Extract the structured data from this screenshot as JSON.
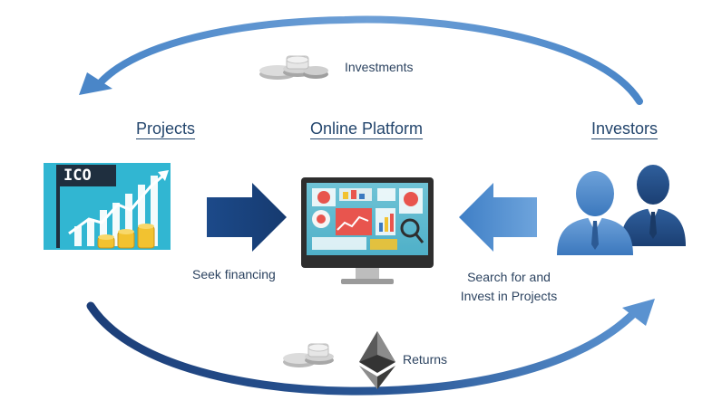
{
  "labels": {
    "projects": "Projects",
    "online_platform": "Online Platform",
    "investors": "Investors",
    "investments": "Investments",
    "returns": "Returns",
    "seek_financing": "Seek financing",
    "search_invest_line1": "Search for and",
    "search_invest_line2": "Invest in Projects",
    "ico": "ICO"
  },
  "colors": {
    "dark_navy": "#1d3f73",
    "light_blue": "#4a86c8",
    "arrow_gradient_start": "#5a92d0",
    "arrow_gradient_end": "#1c3e78",
    "text": "#24466d",
    "ico_bg": "#2bb0cf",
    "coin": "#f2c230"
  },
  "icons": {
    "projects": "ico-growth-chart-icon",
    "platform": "monitor-dashboard-icon",
    "investors": "businessmen-icon",
    "investments": "coins-icon",
    "returns": "ethereum-icon"
  }
}
